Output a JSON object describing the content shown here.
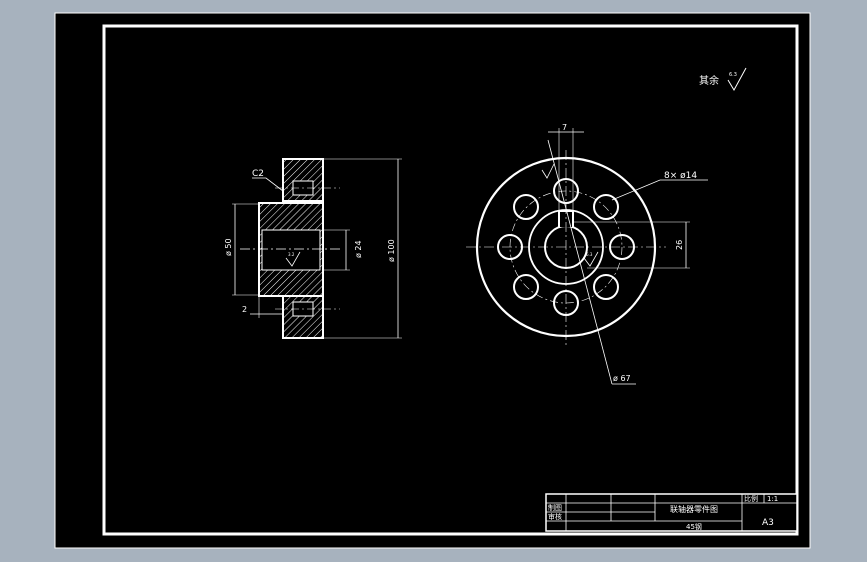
{
  "roughness_note": {
    "prefix": "其余",
    "symbol_value": "6.3"
  },
  "side_view": {
    "chamfer_label": "C2",
    "dim_bore": "ø 24",
    "dim_hub": "ø 50",
    "dim_outer": "ø 100",
    "dim_step": "2",
    "roughness_value": "3.2"
  },
  "front_view": {
    "dim_keyway_width": "7",
    "dim_keyway_depth": "26",
    "dim_holes": "8× ø14",
    "dim_pitch_circle": "ø 67",
    "roughness_value": "6.3"
  },
  "title_block": {
    "drawing_title": "联轴器零件图",
    "material": "45钢",
    "sheet_size": "A3",
    "scale_label": "比例",
    "scale_value": "1:1",
    "row_label_1": "制图",
    "row_label_2": "审核"
  }
}
